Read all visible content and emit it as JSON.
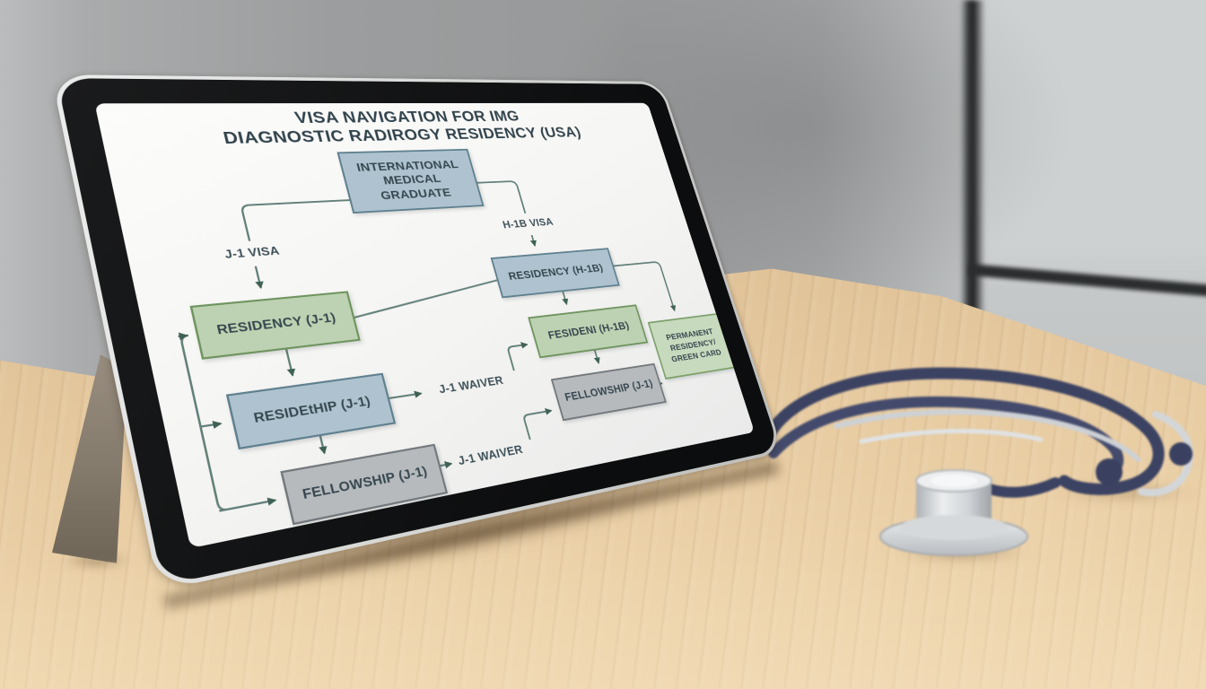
{
  "scene": {
    "wall_color": "#a7a9aa",
    "partition_frame_color": "#2e3032",
    "desk_color": "#e5c89e",
    "tablet": {
      "bezel_color": "#121314",
      "edge_color": "#d8d9d7",
      "screen_color": "#f4f4f2",
      "kickstand_color": "#857b6d"
    },
    "stethoscope": {
      "tube_color": "#3b4262",
      "metal_color": "#cdd1d5"
    }
  },
  "diagram": {
    "title_line1": "VISA NAVIGATION FOR IMG",
    "title_line2": "DIAGNOSTIC RADIROGY RESIDENCY (USA)",
    "labels": {
      "j1_visa": "J-1 VISA",
      "h1b_visa": "H-1B VISA",
      "j1_waiver_top": "J-1 WAIVER",
      "j1_waiver_bottom": "J-1 WAIVER"
    },
    "nodes": [
      {
        "id": "international-medical-graduate",
        "label": "INTERNATIONAL MEDICAL GRADUATE",
        "variant": "blue"
      },
      {
        "id": "residency-j1",
        "label": "RESIDENCY (J-1)",
        "variant": "green"
      },
      {
        "id": "residency-h1b",
        "label": "RESIDENCY (H-1B)",
        "variant": "blue"
      },
      {
        "id": "residethip-j1",
        "label": "RESIDEtHIP (J-1)",
        "variant": "blue"
      },
      {
        "id": "fesideni-h1b",
        "label": "FESIDENI (H-1B)",
        "variant": "green"
      },
      {
        "id": "fellowship-j1-left",
        "label": "FELLOWSHIP (J-1)",
        "variant": "gray"
      },
      {
        "id": "fellowship-j1-mid",
        "label": "FELLOWSHIP (J-1)",
        "variant": "gray"
      },
      {
        "id": "permanent-residency-green-card",
        "label": "PERMANENT RESIDENCY/ GREEN CARD",
        "variant": "green-light"
      }
    ],
    "node_colors": {
      "blue": "#aec3cf",
      "green": "#bdd2b2",
      "green_light": "#c8dabd",
      "gray": "#b6babd"
    },
    "line_color": "#63807a",
    "arrow_color": "#3e6154",
    "text_color": "#33454e"
  }
}
